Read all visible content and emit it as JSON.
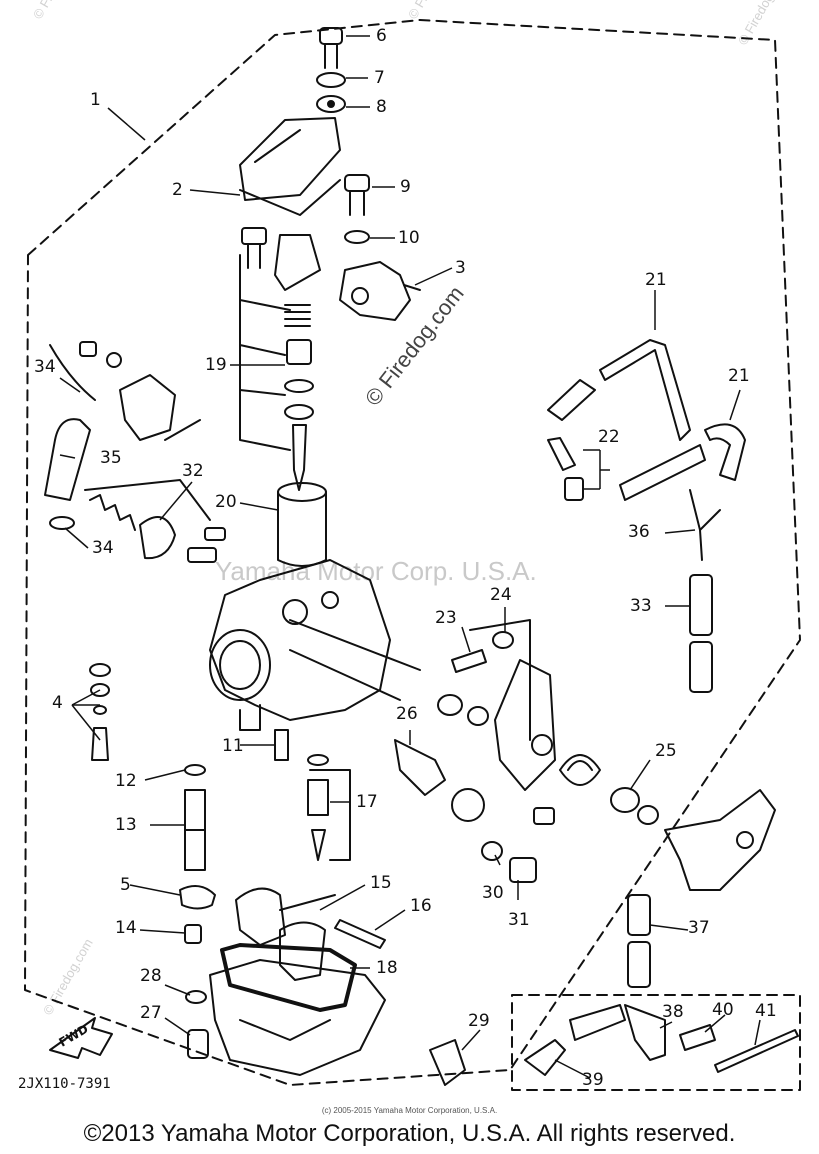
{
  "diagram": {
    "watermark_main": "Yamaha Motor Corp. U.S.A.",
    "watermark_diag": "© Firedog.com",
    "watermark_edge": "© Firedog.com",
    "fwd_label": "FWD",
    "part_code": "2JX110-7391",
    "small_copyright": "(c) 2005-2015 Yamaha Motor Corporation, U.S.A.",
    "copyright": "©2013 Yamaha Motor Corporation, U.S.A. All rights reserved.",
    "callouts": [
      "1",
      "2",
      "3",
      "4",
      "5",
      "6",
      "7",
      "8",
      "9",
      "10",
      "11",
      "12",
      "13",
      "14",
      "15",
      "16",
      "17",
      "18",
      "19",
      "20",
      "21",
      "21",
      "22",
      "23",
      "24",
      "25",
      "26",
      "27",
      "28",
      "29",
      "30",
      "31",
      "32",
      "33",
      "34",
      "34",
      "35",
      "36",
      "37",
      "38",
      "39",
      "40",
      "41"
    ]
  }
}
